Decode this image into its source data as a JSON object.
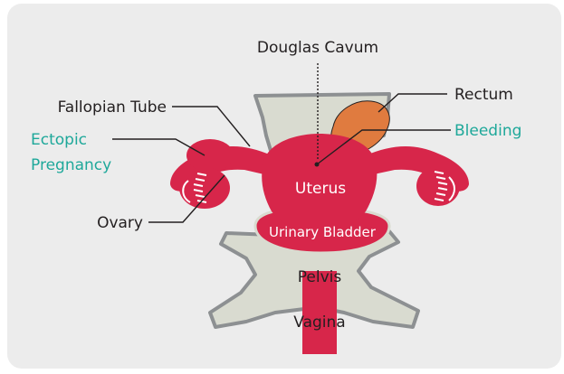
{
  "labels": {
    "douglas_cavum": "Douglas Cavum",
    "fallopian_tube": "Fallopian Tube",
    "ectopic_line1": "Ectopic",
    "ectopic_line2": "Pregnancy",
    "ovary": "Ovary",
    "rectum": "Rectum",
    "bleeding": "Bleeding",
    "uterus": "Uterus",
    "urinary_bladder": "Urinary Bladder",
    "pelvis": "Pelvis",
    "vagina": "Vagina"
  },
  "colors": {
    "background": "#ececec",
    "organ_red": "#d7264a",
    "bleeding_orange": "#e07b3f",
    "pelvis_grey": "#d9dbd0",
    "outline_grey": "#8d9092",
    "text_dark": "#231f20",
    "text_teal": "#1ea89a"
  }
}
